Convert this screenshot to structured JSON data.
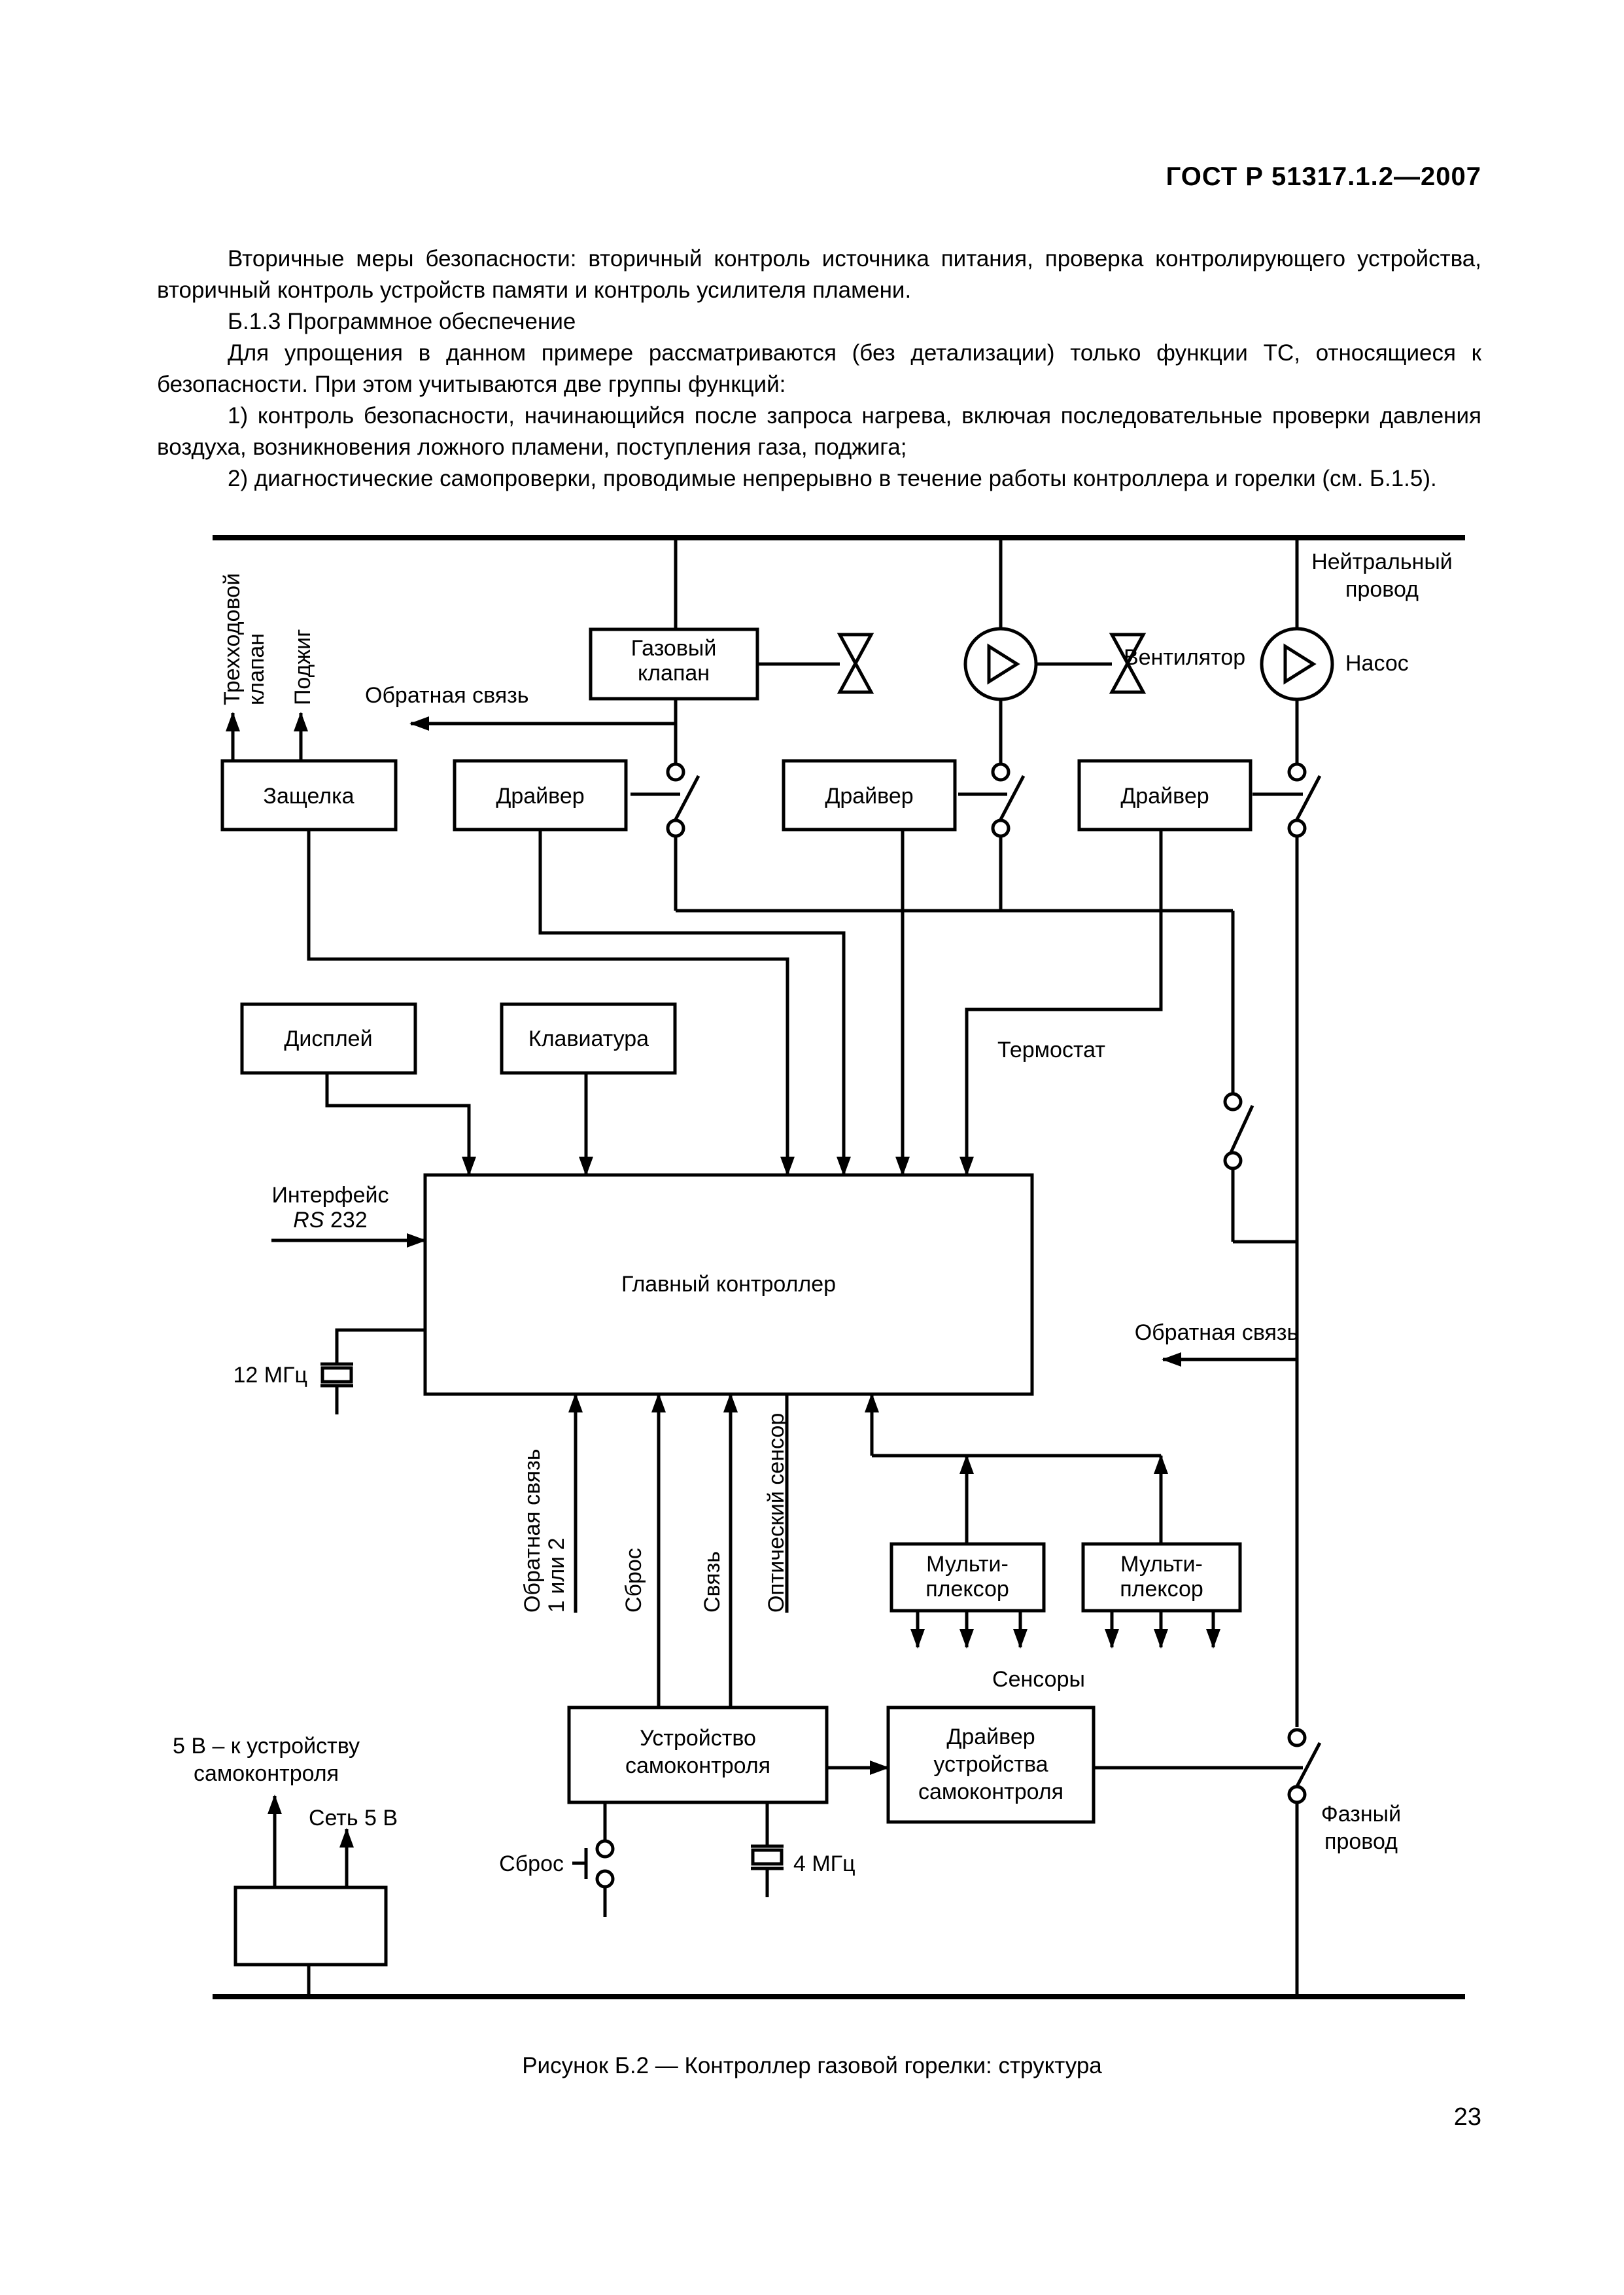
{
  "header": {
    "standard": "ГОСТ Р 51317.1.2—2007"
  },
  "paragraphs": [
    "Вторичные меры безопасности: вторичный контроль источника питания, проверка контролирующего устройства, вторичный контроль устройств памяти и контроль усилителя пламени.",
    "Б.1.3   Программное обеспечение",
    "Для упрощения в данном примере рассматриваются (без детализации) только функции ТС, относящиеся к безопасности. При этом учитываются две группы функций:",
    "1) контроль безопасности, начинающийся после запроса нагрева, включая последовательные проверки давления воздуха, возникновения ложного пламени, поступления газа, поджига;",
    "2) диагностические самопроверки, проводимые непрерывно в течение работы контроллера и горелки (см. Б.1.5)."
  ],
  "diagram": {
    "latch": "Защелка",
    "driver": "Драйвер",
    "gas_valve_l1": "Газовый",
    "gas_valve_l2": "клапан",
    "fan": "Вентилятор",
    "pump": "Насос",
    "neutral_l1": "Нейтральный",
    "neutral_l2": "провод",
    "three_way_l1": "Трехходовой",
    "three_way_l2": "клапан",
    "ignition": "Поджиг",
    "feedback": "Обратная связь",
    "display": "Дисплей",
    "keyboard": "Клавиатура",
    "thermostat": "Термостат",
    "interface_l1": "Интерфейс",
    "interface_rs": "RS",
    "interface_num": " 232",
    "main_controller": "Главный контроллер",
    "clock_12": "12 МГц",
    "feedback_12_l1": "Обратная связь",
    "feedback_12_l2": "1 или 2",
    "reset": "Сброс",
    "link": "Связь",
    "optical_sensor": "Оптический сенсор",
    "mux_l1": "Мульти-",
    "mux_l2": "плексор",
    "sensors": "Сенсоры",
    "selfcheck_l1": "Устройство",
    "selfcheck_l2": "самоконтроля",
    "selfcheck_drv_l1": "Драйвер",
    "selfcheck_drv_l2": "устройства",
    "selfcheck_drv_l3": "самоконтроля",
    "phase_l1": "Фазный",
    "phase_l2": "провод",
    "supply_l1": "5 В – к устройству",
    "supply_l2": "самоконтроля",
    "mains_5v": "Сеть 5 В",
    "clock_4": "4 МГц"
  },
  "caption": "Рисунок Б.2 — Контроллер газовой горелки: структура",
  "page_number": "23"
}
